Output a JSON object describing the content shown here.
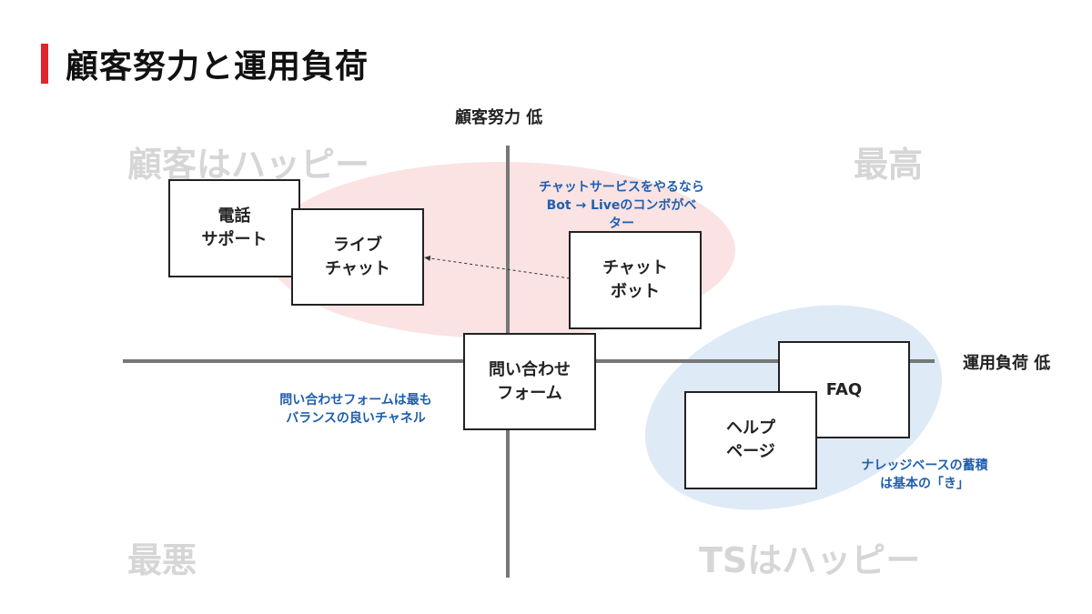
{
  "title": "顧客努力と運用負荷",
  "axes": {
    "top": "顧客努力 低",
    "right": "運用負荷 低"
  },
  "quadrants": {
    "top_left": "顧客はハッピー",
    "top_right": "最高",
    "bottom_left": "最悪",
    "bottom_right": "TSはハッピー"
  },
  "boxes": {
    "phone": "電話\nサポート",
    "live_chat": "ライブ\nチャット",
    "chatbot": "チャット\nボット",
    "inquiry_form": "問い合わせ\nフォーム",
    "faq": "FAQ",
    "help_page": "ヘルプ\nページ"
  },
  "notes": {
    "chat": "チャットサービスをやるなら\nBot → Liveのコンボがベ\nター",
    "form": "問い合わせフォームは最も\nバランスの良いチャネル",
    "knowledge": "ナレッジベースの蓄積\nは基本の「き」"
  },
  "colors": {
    "accent": "#e0262b",
    "pink_ellipse": "#fbe3e3",
    "blue_ellipse": "#dfeaf7",
    "note_text": "#1f5fae",
    "quadrant_text": "#d6d6d6",
    "axis": "#777777"
  }
}
